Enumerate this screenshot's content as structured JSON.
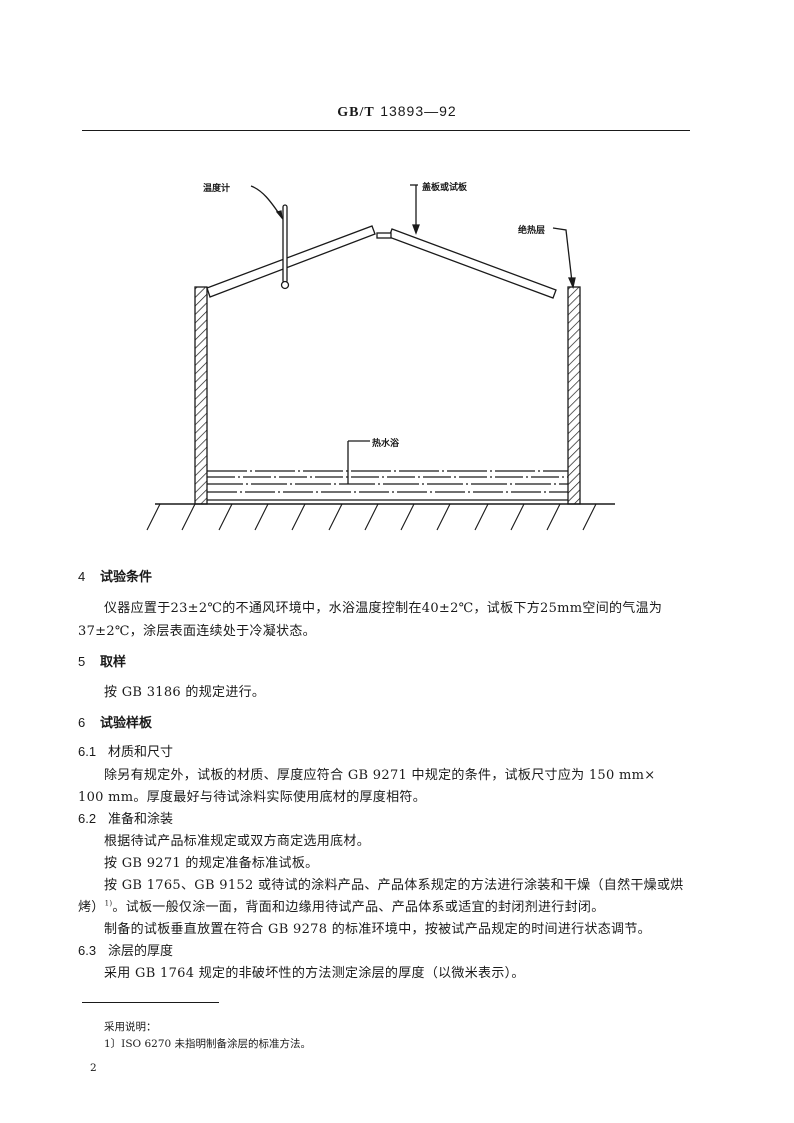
{
  "header": {
    "code_prefix": "GB/T",
    "code_number": "13893—92"
  },
  "figure": {
    "labels": {
      "thermometer": "温度计",
      "cover_panel": "盖板或试板",
      "insulation": "绝热层",
      "hot_water_bath": "热水浴"
    }
  },
  "sections": {
    "s4": {
      "number": "4",
      "title": "试验条件",
      "para_line1": "仪器应置于23±2℃的不通风环境中，水浴温度控制在40±2℃，试板下方25mm空间的气温为",
      "para_line2": "37±2℃，涂层表面连续处于冷凝状态。"
    },
    "s5": {
      "number": "5",
      "title": "取样",
      "para": "按 GB 3186 的规定进行。"
    },
    "s6": {
      "number": "6",
      "title": "试验样板",
      "s6_1": {
        "number": "6.1",
        "title": "材质和尺寸",
        "line1": "除另有规定外，试板的材质、厚度应符合 GB 9271 中规定的条件，试板尺寸应为 150 mm×",
        "line2": "100 mm。厚度最好与待试涂料实际使用底材的厚度相符。"
      },
      "s6_2": {
        "number": "6.2",
        "title": "准备和涂装",
        "line1": "根据待试产品标准规定或双方商定选用底材。",
        "line2": "按 GB 9271 的规定准备标准试板。",
        "line3": "按 GB 1765、GB 9152 或待试的涂料产品、产品体系规定的方法进行涂装和干燥（自然干燥或烘",
        "line4a": "烤）",
        "line4_sup": "1)",
        "line4b": "。试板一般仅涂一面，背面和边缘用待试产品、产品体系或适宜的封闭剂进行封闭。",
        "line5": "制备的试板垂直放置在符合 GB 9278 的标准环境中，按被试产品规定的时间进行状态调节。"
      },
      "s6_3": {
        "number": "6.3",
        "title": "涂层的厚度",
        "line1": "采用 GB 1764 规定的非破坏性的方法测定涂层的厚度（以微米表示）。"
      }
    }
  },
  "footnote": {
    "heading": "采用说明：",
    "note1": "1〕ISO 6270 未指明制备涂层的标准方法。"
  },
  "page_number": "2"
}
